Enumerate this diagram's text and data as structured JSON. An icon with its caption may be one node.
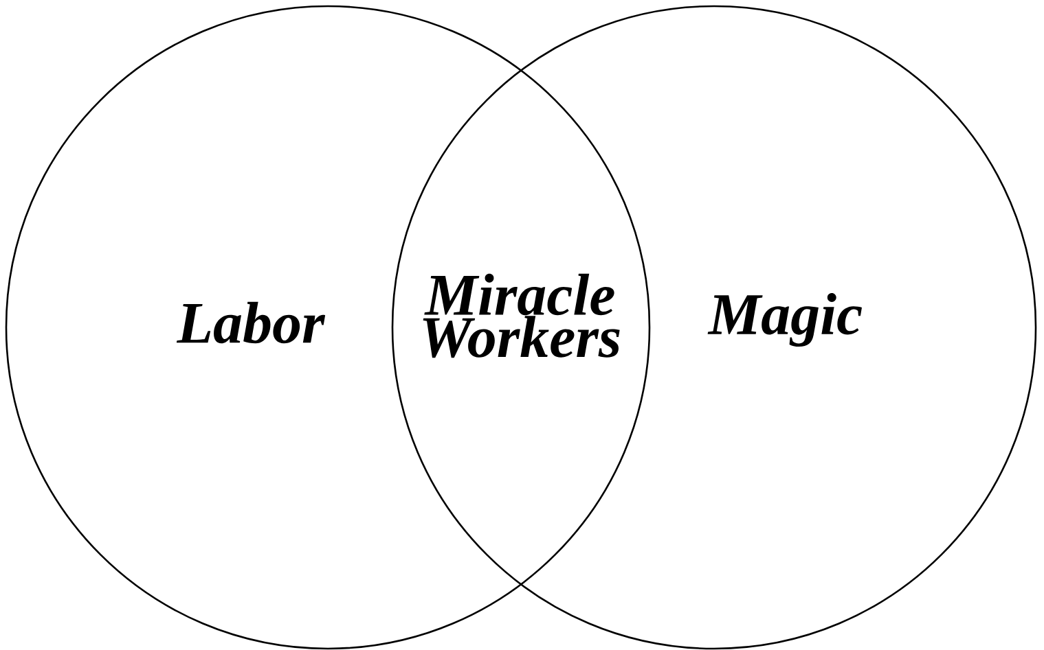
{
  "diagram": {
    "nodes": [
      {
        "text": [
          "Labor"
        ]
      },
      {
        "text": [
          "Magic"
        ]
      },
      {
        "text": [
          "Miracle Workers"
        ]
      }
    ]
  }
}
